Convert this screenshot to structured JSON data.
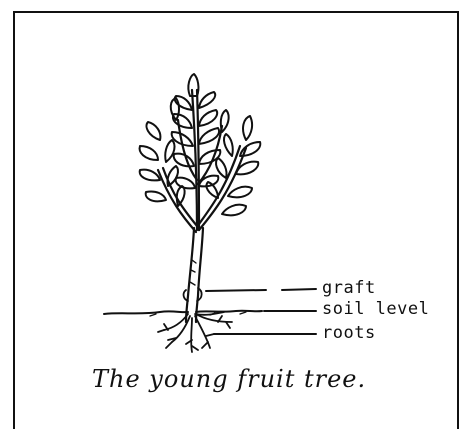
{
  "diagram": {
    "labels": {
      "graft": "graft",
      "soil_level": "soil level",
      "roots": "roots"
    },
    "caption": "The young fruit tree."
  },
  "colors": {
    "ink": "#111111",
    "paper": "#ffffff"
  }
}
